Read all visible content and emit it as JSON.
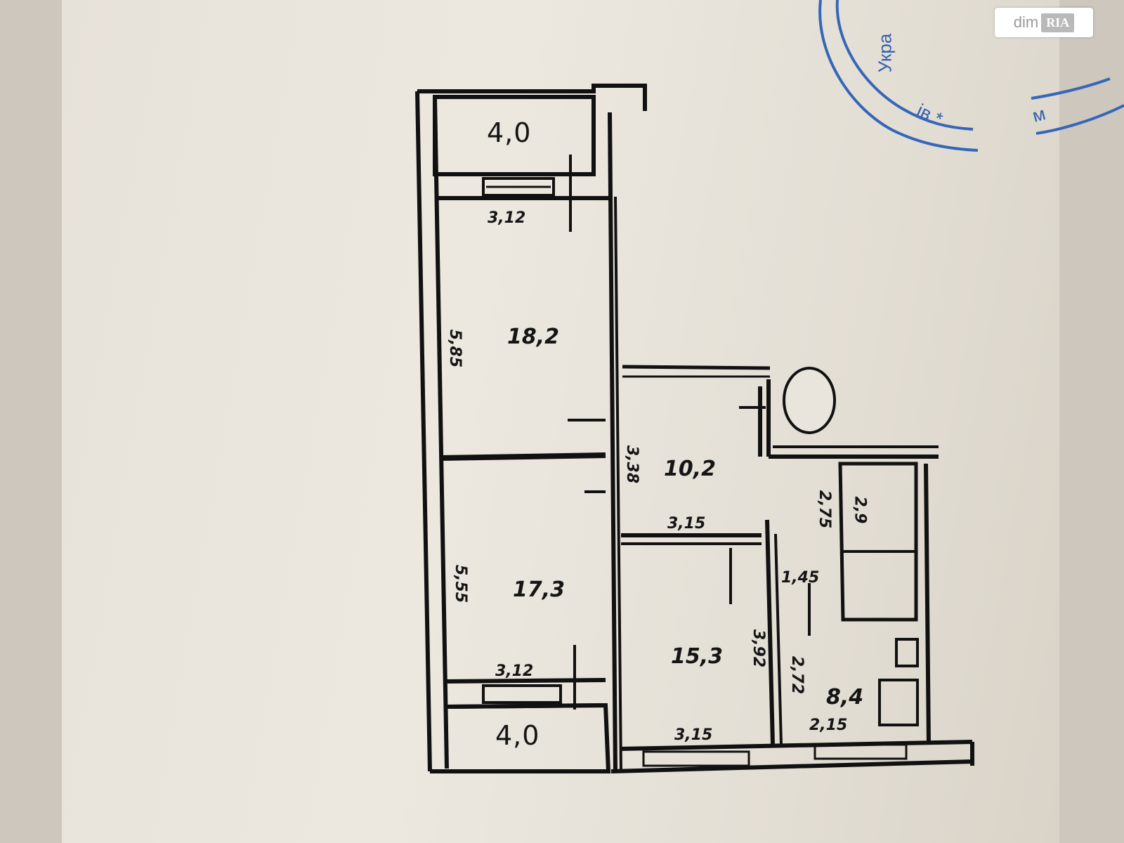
{
  "plan": {
    "rooms": {
      "balcony_top": "4,0",
      "room_top": "18,2",
      "room_bottom": "17,3",
      "hall": "10,2",
      "room_mid": "15,3",
      "bathroom": "2,9",
      "kitchen": "8,4",
      "balcony_bottom": "4,0"
    },
    "dimensions": {
      "top_width": "3,12",
      "top_height": "5,85",
      "bottom_width": "3,12",
      "bottom_height": "5,55",
      "hall_side": "3,38",
      "hall_width": "3,15",
      "room_mid_width": "3,15",
      "room_mid_height": "3,92",
      "bath_side": "2,75",
      "corridor": "1,45",
      "kitchen_side": "2,72",
      "kitchen_width": "2,15"
    }
  },
  "stamp": {
    "text_vertical": "Укра",
    "text_bottom": "ів  *",
    "text_right": "м"
  },
  "watermark": {
    "brand": "dim",
    "badge": "RIA"
  }
}
